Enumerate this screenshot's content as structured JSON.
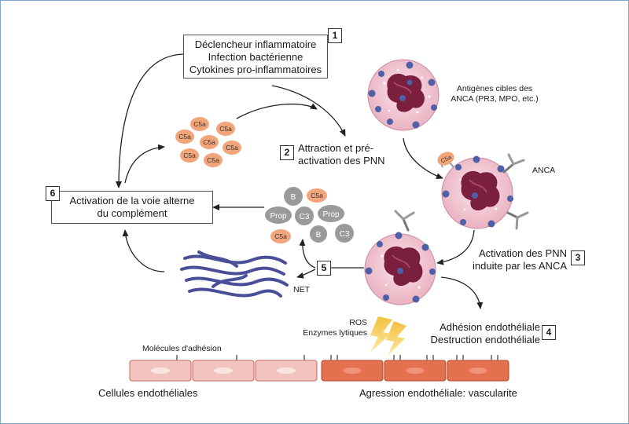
{
  "trigger": {
    "number": "1",
    "lines": [
      "Déclencheur inflammatoire",
      "Infection bactérienne",
      "Cytokines pro-inflammatoires"
    ]
  },
  "step2": {
    "number": "2",
    "lines": [
      "Attraction et pré-",
      "activation des PNN"
    ]
  },
  "step3": {
    "number": "3",
    "lines": [
      "Activation des PNN",
      "induite par les ANCA"
    ]
  },
  "step4": {
    "number": "4",
    "lines": [
      "Adhésion endothéliale",
      "Destruction endothéliale"
    ]
  },
  "step5": {
    "number": "5",
    "net_label": "NET"
  },
  "step6": {
    "number": "6",
    "lines": [
      "Activation de la voie alterne",
      "du complément"
    ]
  },
  "antigens": {
    "lines": [
      "Antigènes cibles des",
      "ANCA (PR3, MPO, etc.)"
    ]
  },
  "anca_label": "ANCA",
  "ros": {
    "lines": [
      "ROS",
      "Enzymes lytiques"
    ]
  },
  "adhesion_label": "Molécules d'adhésion",
  "endothelial_left": "Cellules endothéliales",
  "endothelial_right": "Agression endothéliale: vascularite",
  "c5a_label": "C5a",
  "complement": {
    "b": "B",
    "c5a": "C5a",
    "prop": "Prop",
    "c3": "C3"
  },
  "colors": {
    "c5a_fill": "#f2a57a",
    "complement_grey": "#9a9a9a",
    "cell_fill": "#f5cfd8",
    "nucleus": "#7a1f3d",
    "granule": "#4f5fa8",
    "net": "#4a4f9a",
    "endo_healthy": "#f3c3bf",
    "endo_damaged": "#e3704f",
    "lightning": "#f7c948"
  }
}
